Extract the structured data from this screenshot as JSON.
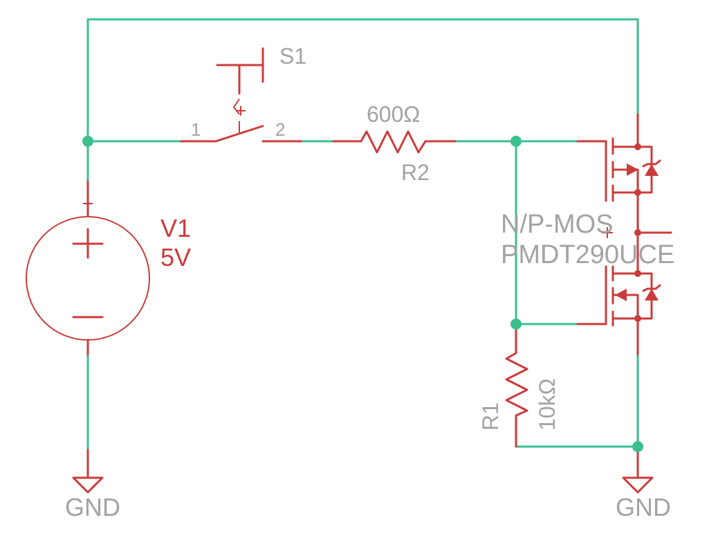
{
  "components": {
    "V1": {
      "name": "V1",
      "value": "5V"
    },
    "S1": {
      "name": "S1",
      "pin1": "1",
      "pin2": "2"
    },
    "R2": {
      "name": "R2",
      "value": "600Ω"
    },
    "R1": {
      "name": "R1",
      "value": "10kΩ"
    },
    "Q1": {
      "type": "N/P-MOS",
      "part": "PMDT290UCE"
    }
  },
  "grounds": [
    "GND",
    "GND"
  ],
  "colors": {
    "wire": "#3cbf8f",
    "symbol": "#cc3b3b",
    "label": "#a3a3a3"
  }
}
